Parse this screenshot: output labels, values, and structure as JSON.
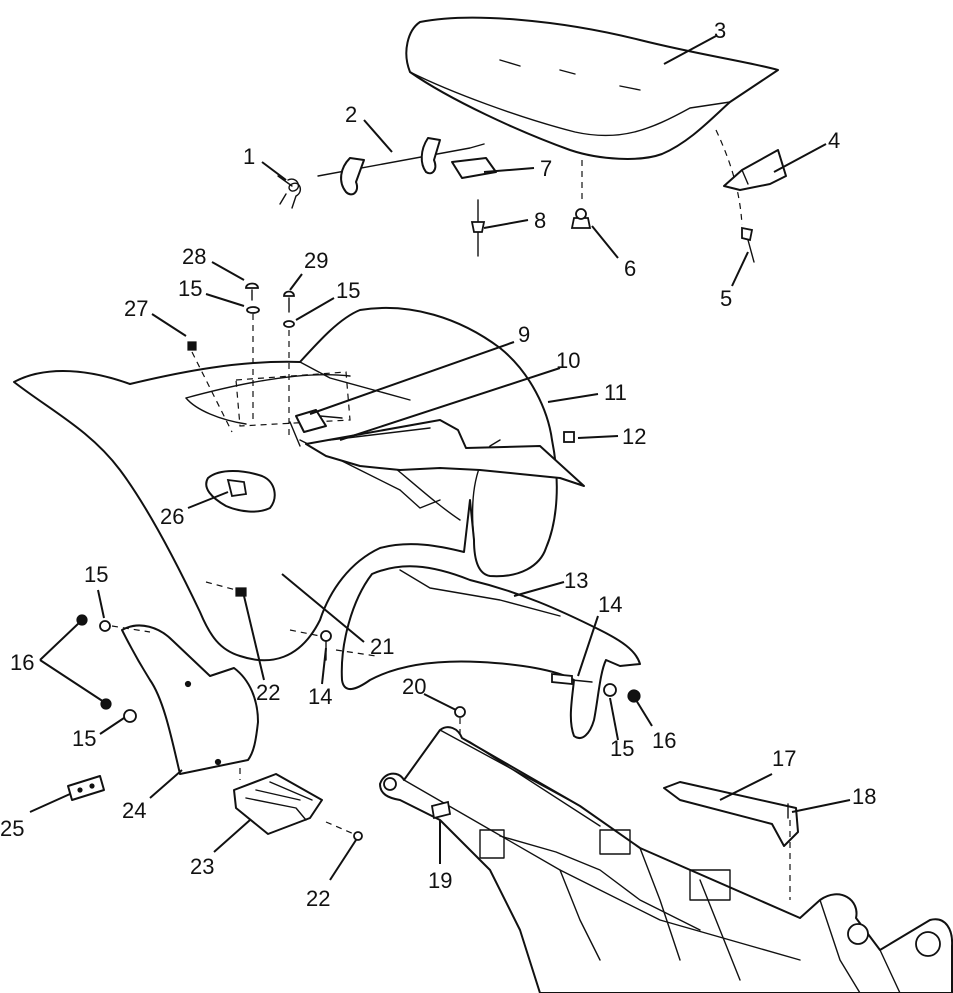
{
  "callouts": [
    {
      "id": "c1",
      "label": "1"
    },
    {
      "id": "c2",
      "label": "2"
    },
    {
      "id": "c3",
      "label": "3"
    },
    {
      "id": "c4",
      "label": "4"
    },
    {
      "id": "c5",
      "label": "5"
    },
    {
      "id": "c6",
      "label": "6"
    },
    {
      "id": "c7",
      "label": "7"
    },
    {
      "id": "c8",
      "label": "8"
    },
    {
      "id": "c28",
      "label": "28"
    },
    {
      "id": "c29",
      "label": "29"
    },
    {
      "id": "c15a",
      "label": "15"
    },
    {
      "id": "c15b",
      "label": "15"
    },
    {
      "id": "c27",
      "label": "27"
    },
    {
      "id": "c9",
      "label": "9"
    },
    {
      "id": "c10",
      "label": "10"
    },
    {
      "id": "c11",
      "label": "11"
    },
    {
      "id": "c12",
      "label": "12"
    },
    {
      "id": "c26",
      "label": "26"
    },
    {
      "id": "c13",
      "label": "13"
    },
    {
      "id": "c14a",
      "label": "14"
    },
    {
      "id": "c15c",
      "label": "15"
    },
    {
      "id": "c16a",
      "label": "16"
    },
    {
      "id": "c21",
      "label": "21"
    },
    {
      "id": "c22a",
      "label": "22"
    },
    {
      "id": "c14b",
      "label": "14"
    },
    {
      "id": "c20",
      "label": "20"
    },
    {
      "id": "c16b",
      "label": "16"
    },
    {
      "id": "c15d",
      "label": "15"
    },
    {
      "id": "c15e",
      "label": "15"
    },
    {
      "id": "c17",
      "label": "17"
    },
    {
      "id": "c18",
      "label": "18"
    },
    {
      "id": "c25",
      "label": "25"
    },
    {
      "id": "c24",
      "label": "24"
    },
    {
      "id": "c23",
      "label": "23"
    },
    {
      "id": "c19",
      "label": "19"
    },
    {
      "id": "c22b",
      "label": "22"
    }
  ]
}
